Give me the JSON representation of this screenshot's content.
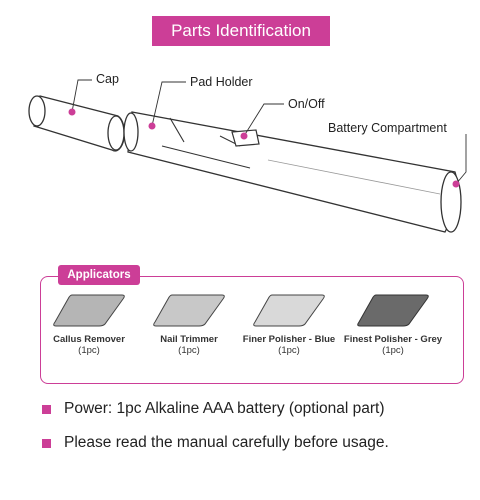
{
  "title": "Parts Identification",
  "parts": {
    "cap": "Cap",
    "pad_holder": "Pad Holder",
    "on_off": "On/Off",
    "battery_compartment": "Battery Compartment"
  },
  "applicators": {
    "heading": "Applicators",
    "items": [
      {
        "name": "Callus Remover",
        "count": "(1pc)",
        "shade": "#b5b5b5"
      },
      {
        "name": "Nail Trimmer",
        "count": "(1pc)",
        "shade": "#c8c8c8"
      },
      {
        "name": "Finer Polisher - Blue",
        "count": "(1pc)",
        "shade": "#d9d9d9"
      },
      {
        "name": "Finest Polisher - Grey",
        "count": "(1pc)",
        "shade": "#6a6a6a"
      }
    ]
  },
  "notes": [
    "Power: 1pc Alkaline AAA battery (optional part)",
    "Please read the manual carefully before usage."
  ],
  "colors": {
    "accent": "#cc3e97"
  }
}
